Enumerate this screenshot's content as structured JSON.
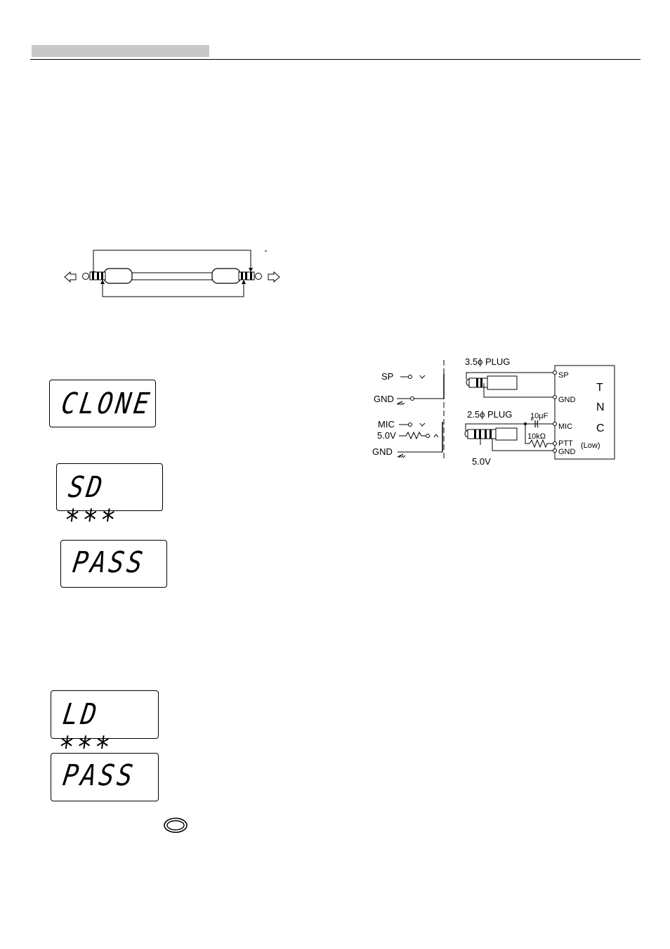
{
  "lcd_displays": {
    "clone": "CLONE",
    "sd": "SD ***",
    "pass1": "PASS",
    "ld": "LD ***",
    "pass2": "PASS"
  },
  "tnc_diagram": {
    "left_labels": {
      "sp": "SP",
      "gnd1": "GND",
      "mic": "MIC",
      "v5": "5.0V",
      "gnd2": "GND"
    },
    "plug_35": "3.5ϕ PLUG",
    "plug_25": "2.5ϕ PLUG",
    "cap": "10μF",
    "resistor": "10kΩ",
    "bottom_v": "5.0V",
    "tnc_pins": {
      "sp": "SP",
      "gnd1": "GND",
      "mic": "MIC",
      "ptt": "PTT",
      "gnd2": "GND"
    },
    "tnc_letters": [
      "T",
      "N",
      "C"
    ],
    "tnc_low": "(Low)"
  }
}
